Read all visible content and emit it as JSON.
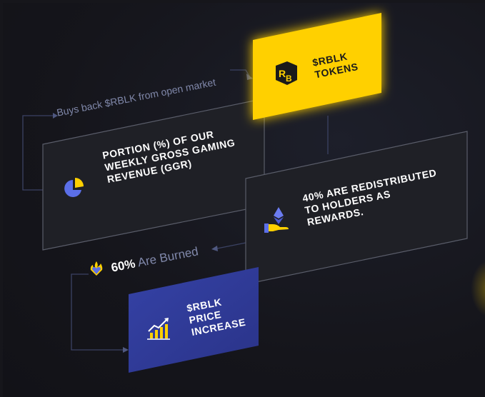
{
  "tokens_card": {
    "title": "$RBLK\nTOKENS",
    "icon": "rb-logo-icon",
    "color": "#ffd000"
  },
  "ggr_card": {
    "text": "PORTION (%) OF OUR\nWEEKLY GROSS GAMING\nREVENUE (GGR)",
    "icon": "pie-chart-icon"
  },
  "rewards_card": {
    "text": "40% ARE REDISTRIBUTED\nTO HOLDERS AS\nREWARDS.",
    "icon": "hand-coin-icon"
  },
  "price_card": {
    "text": "$RBLK\nPRICE\nINCREASE",
    "icon": "growth-chart-icon",
    "color": "#3a47a8"
  },
  "labels": {
    "buyback": "Buys back $RBLK from open market",
    "burned_pct": "60%",
    "burned_text": "Are Burned"
  }
}
